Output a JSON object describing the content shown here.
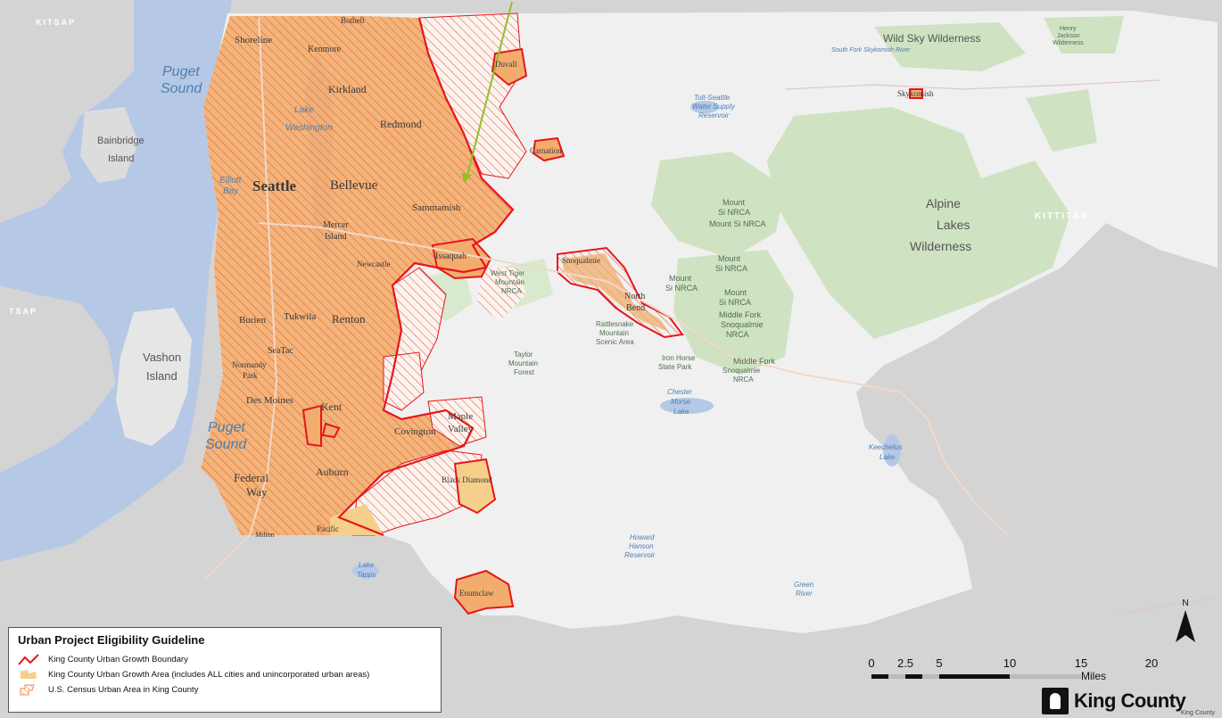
{
  "map_labels": {
    "kitsap_top": "KITSAP",
    "kitsap_mid": "TSAP",
    "kittitas": "KITTITAS",
    "puget_sound_1": "Puget",
    "puget_sound_2": "Sound",
    "puget_sound_3": "Puget",
    "puget_sound_4": "Sound",
    "bainbridge_1": "Bainbridge",
    "bainbridge_2": "Island",
    "vashon_1": "Vashon",
    "vashon_2": "Island",
    "elliott_1": "Elliott",
    "elliott_2": "Bay",
    "seattle": "Seattle",
    "bellevue": "Bellevue",
    "shoreline": "Shoreline",
    "kenmore": "Kenmore",
    "bothell": "Bothell",
    "kirkland": "Kirkland",
    "redmond": "Redmond",
    "sammamish": "Sammamish",
    "mercer_1": "Mercer",
    "mercer_2": "Island",
    "renton": "Renton",
    "tukwila": "Tukwila",
    "burien": "Burien",
    "seatac": "SeaTac",
    "normandy_1": "Normandy",
    "normandy_2": "Park",
    "des_moines": "Des Moines",
    "kent": "Kent",
    "covington": "Covington",
    "maple_1": "Maple",
    "maple_2": "Valley",
    "federal_1": "Federal",
    "federal_2": "Way",
    "auburn": "Auburn",
    "pacific": "Pacific",
    "milton": "Milton",
    "black_diamond": "Black Diamond",
    "enumclaw": "Enumclaw",
    "issaquah": "Issaquah",
    "newcastle": "Newcastle",
    "duvall": "Duvall",
    "carnation": "Carnation",
    "snoqualmie": "Snoqualmie",
    "north_bend_1": "North",
    "north_bend_2": "Bend",
    "skykomish": "Skykomish",
    "wild_sky": "Wild Sky Wilderness",
    "alpine_1": "Alpine",
    "alpine_2": "Lakes",
    "alpine_3": "Wilderness",
    "tolt_1": "Tolt-Seattle",
    "tolt_2": "Water Supply",
    "tolt_3": "Reservoir",
    "mt_si_1": "Mount",
    "mt_si_2": "Si NRCA",
    "mt_si_3": "Mount Si NRCA",
    "mt_si_4": "Mount",
    "mt_si_5": "Si NRCA",
    "mt_si_6": "Mount",
    "mt_si_7": "Si NRCA",
    "mt_si_8": "Mount",
    "mt_si_9": "Si NRCA",
    "mf_1": "Middle Fork",
    "mf_2": "Snoqualmie",
    "mf_3": "NRCA",
    "mf_4": "Middle Fork",
    "mf_5": "Snoqualmie",
    "mf_6": "NRCA",
    "chester_1": "Chester",
    "chester_2": "Morse",
    "chester_3": "Lake",
    "keechelus_1": "Keechelus",
    "keechelus_2": "Lake",
    "lake_tapps_1": "Lake",
    "lake_tapps_2": "Tapps",
    "howard_1": "Howard",
    "howard_2": "Hanson",
    "howard_3": "Reservoir",
    "green_river_1": "Green",
    "green_river_2": "River",
    "taylor_1": "Taylor",
    "taylor_2": "Mountain",
    "taylor_3": "Forest",
    "tiger_1": "West Tiger",
    "tiger_2": "Mountain",
    "tiger_3": "NRCA",
    "rattlesnake_1": "Rattlesnake",
    "rattlesnake_2": "Mountain",
    "rattlesnake_3": "Scenic Area",
    "iron_horse_1": "Iron Horse",
    "iron_horse_2": "State Park",
    "lake_wash_1": "Lake",
    "lake_wash_2": "Washington",
    "sky_river": "South Fork Skykomish River",
    "henry_1": "Henry",
    "henry_2": "Jackson",
    "henry_3": "Wilderness"
  },
  "legend": {
    "title": "Urban Project Eligibility Guideline",
    "items": [
      {
        "label": "King County Urban Growth Boundary",
        "symbol": "red-line",
        "color": "#e8151b"
      },
      {
        "label": "King County Urban Growth Area (includes ALL cities and unincorporated urban areas)",
        "symbol": "tan-fill",
        "color": "#f6cf8a"
      },
      {
        "label": "U.S. Census Urban Area in King County",
        "symbol": "orange-hatch",
        "color": "#f08a48"
      }
    ]
  },
  "scalebar": {
    "ticks": [
      "0",
      "2.5",
      "5",
      "10",
      "15",
      "20"
    ],
    "unit": "Miles"
  },
  "north_arrow": {
    "label": "N"
  },
  "logo": {
    "name": "King County",
    "small": "King County"
  },
  "colors": {
    "urban_fill": "#f2ad6e",
    "boundary": "#e8151b",
    "hatch": "#e8602c",
    "forest": "#cfe2c2",
    "water": "#a9bfe1"
  }
}
